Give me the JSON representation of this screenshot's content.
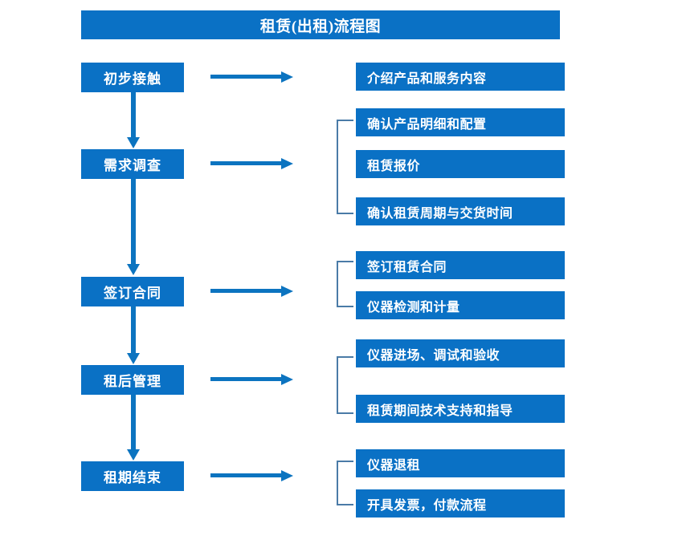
{
  "title": "租赁(出租)流程图",
  "colors": {
    "box_fill": "#0a71c5",
    "box_text": "#ffffff",
    "arrow": "#0c74c0",
    "bracket": "#4a7ba7",
    "background": "#ffffff"
  },
  "stages": [
    {
      "label": "初步接触"
    },
    {
      "label": "需求调查"
    },
    {
      "label": "签订合同"
    },
    {
      "label": "租后管理"
    },
    {
      "label": "租期结束"
    }
  ],
  "tasks": {
    "group1": [
      {
        "label": "介绍产品和服务内容"
      }
    ],
    "group2": [
      {
        "label": "确认产品明细和配置"
      },
      {
        "label": "租赁报价"
      },
      {
        "label": "确认租赁周期与交货时间"
      }
    ],
    "group3": [
      {
        "label": "签订租赁合同"
      },
      {
        "label": "仪器检测和计量"
      }
    ],
    "group4": [
      {
        "label": "仪器进场、调试和验收"
      },
      {
        "label": "租赁期间技术支持和指导"
      }
    ],
    "group5": [
      {
        "label": "仪器退租"
      },
      {
        "label": "开具发票，付款流程"
      }
    ]
  },
  "connectors": {
    "horizontal_arrows": 5,
    "vertical_arrows": 4,
    "brackets": 4
  }
}
